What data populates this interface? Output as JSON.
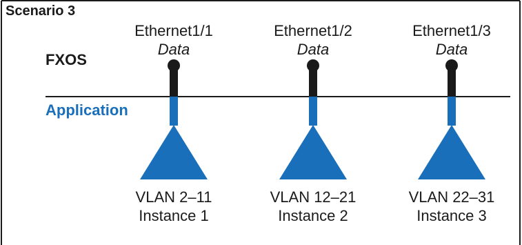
{
  "scenario_label": "Scenario 3",
  "layers": {
    "fxos": "FXOS",
    "application": "Application"
  },
  "colors": {
    "accent_blue": "#1a6fba",
    "dark": "#1a1a1a"
  },
  "interfaces": [
    {
      "port": "Ethernet1/1",
      "type": "Data",
      "vlan": "VLAN 2–11",
      "instance": "Instance 1"
    },
    {
      "port": "Ethernet1/2",
      "type": "Data",
      "vlan": "VLAN 12–21",
      "instance": "Instance 2"
    },
    {
      "port": "Ethernet1/3",
      "type": "Data",
      "vlan": "VLAN 22–31",
      "instance": "Instance 3"
    }
  ]
}
